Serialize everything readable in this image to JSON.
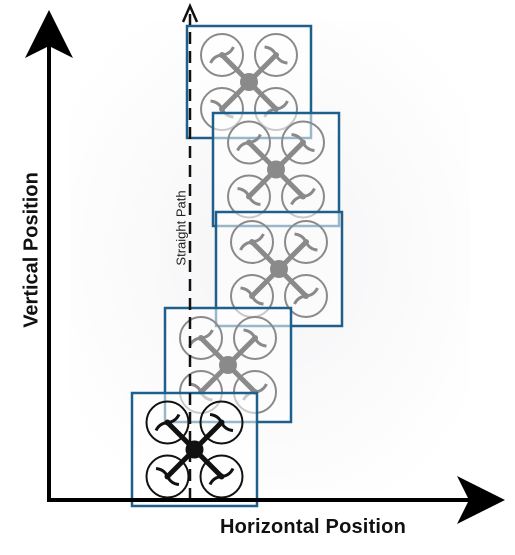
{
  "diagram": {
    "x_axis_label": "Horizontal Position",
    "y_axis_label": "Vertical Position",
    "path_label": "Straight Path",
    "frame_color": "#1f5f8b",
    "ghost_drone_color": "#8a8a8a",
    "current_drone_color": "#111111",
    "drone_icon": "quadcopter-icon",
    "drone_positions": [
      {
        "state": "current",
        "step": 1
      },
      {
        "state": "previous",
        "step": 2
      },
      {
        "state": "previous",
        "step": 3
      },
      {
        "state": "previous",
        "step": 4
      },
      {
        "state": "previous",
        "step": 5
      }
    ]
  }
}
